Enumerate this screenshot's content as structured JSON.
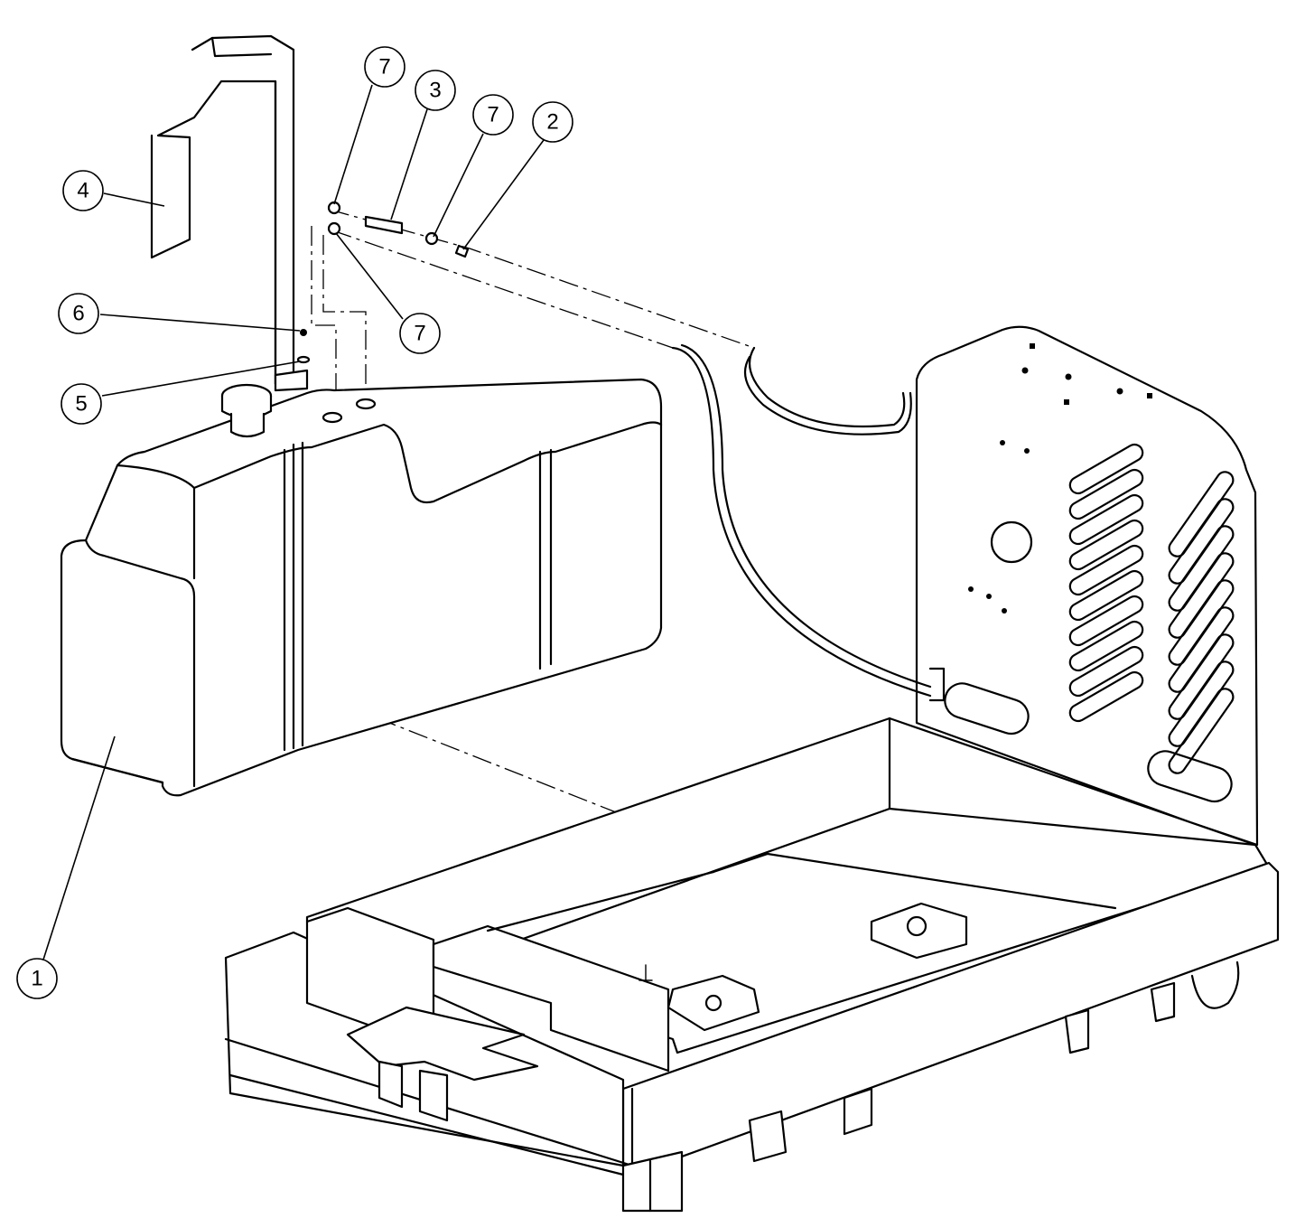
{
  "callouts": [
    {
      "id": "c7a",
      "label": "7"
    },
    {
      "id": "c3",
      "label": "3"
    },
    {
      "id": "c7b",
      "label": "7"
    },
    {
      "id": "c2",
      "label": "2"
    },
    {
      "id": "c4",
      "label": "4"
    },
    {
      "id": "c6",
      "label": "6"
    },
    {
      "id": "c7c",
      "label": "7"
    },
    {
      "id": "c5",
      "label": "5"
    },
    {
      "id": "c1",
      "label": "1"
    }
  ]
}
